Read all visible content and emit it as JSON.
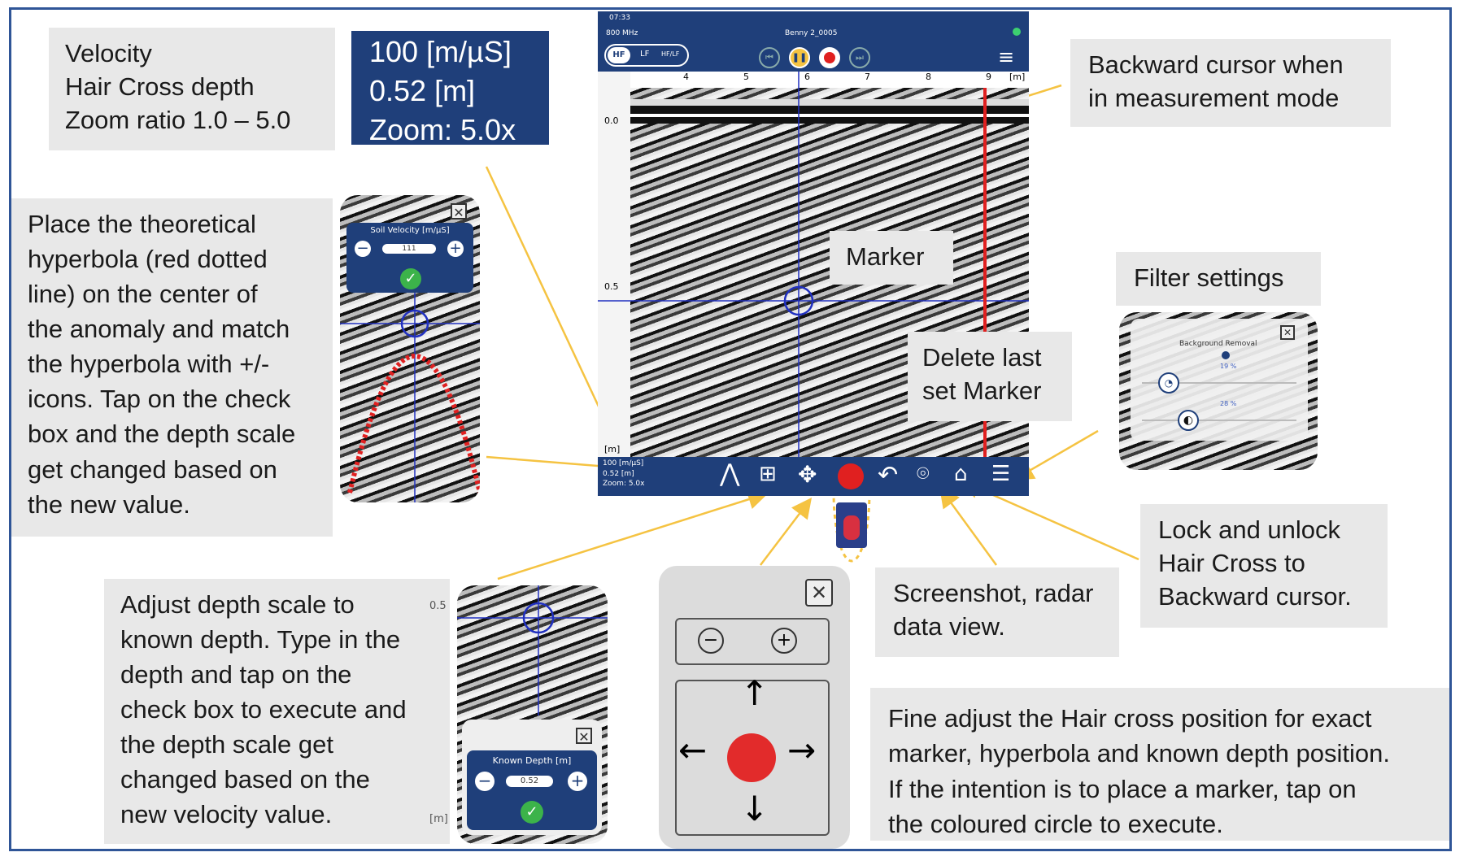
{
  "labels": {
    "velocity_box": [
      "Velocity",
      "Hair Cross depth",
      "Zoom ratio 1.0 – 5.0"
    ],
    "velocity_values": [
      "100 [m/µS]",
      "0.52 [m]",
      "Zoom: 5.0x"
    ],
    "backward_cursor": [
      "Backward cursor when",
      "in measurement mode"
    ],
    "hyperbola": [
      "Place the theoretical",
      "hyperbola (red dotted",
      "line) on the center of",
      "the anomaly and match",
      "the hyperbola with +/-",
      "icons. Tap on the check",
      "box and the depth scale",
      "get changed based on",
      "the new value."
    ],
    "marker": [
      "Marker"
    ],
    "filter": [
      "Filter settings"
    ],
    "delete_marker": [
      "Delete last",
      "set Marker"
    ],
    "lock": [
      "Lock and unlock",
      "Hair Cross to",
      "Backward cursor."
    ],
    "screenshot": [
      "Screenshot, radar",
      "data view."
    ],
    "depth_scale": [
      "Adjust depth scale to",
      "known depth. Type in the",
      "depth and tap on the",
      "check box to execute and",
      "the depth scale get",
      "changed based on the",
      "new velocity value."
    ],
    "fine_adjust": [
      "Fine adjust  the Hair cross position for exact",
      "marker, hyperbola and known depth position.",
      "If the intention is to place a marker, tap on",
      "the coloured circle to execute."
    ]
  },
  "phone": {
    "status_time": "07:33",
    "frequency": "800 MHz",
    "file_name": "Benny 2_0005",
    "modes": [
      "HF",
      "LF",
      "HF/LF"
    ],
    "x_ticks": [
      "4",
      "5",
      "6",
      "7",
      "8",
      "9",
      "[m]"
    ],
    "y_ticks": [
      "0.0",
      "0.5",
      "[m]"
    ],
    "readout": [
      "100 [m/µS]",
      "0.52 [m]",
      "Zoom: 5.0x"
    ]
  },
  "popups": {
    "soil_velocity_title": "Soil Velocity [m/µS]",
    "soil_velocity_value": "111",
    "known_depth_title": "Known Depth [m]",
    "known_depth_value": "0.52",
    "depth_tick": "0.5",
    "depth_unit": "[m]",
    "filter_title": "Background Removal",
    "filter_pct_1": "19 %",
    "filter_pct_2": "28 %"
  },
  "colors": {
    "accent": "#1f3f7a",
    "arrow": "#f5c342",
    "cursor": "#e02020",
    "frame": "#2f5597"
  }
}
